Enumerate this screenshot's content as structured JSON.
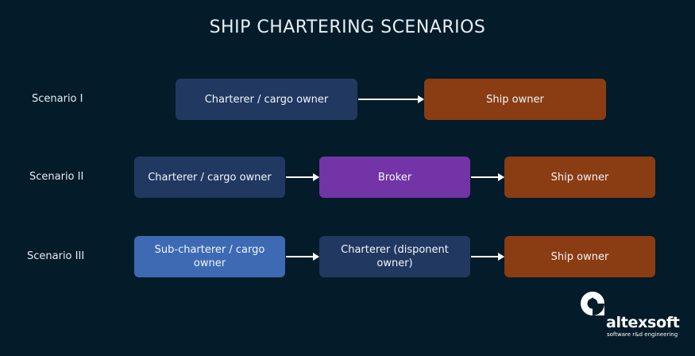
{
  "title": "SHIP CHARTERING SCENARIOS",
  "scenarios": [
    {
      "label": "Scenario I",
      "nodes": [
        "Charterer / cargo owner",
        "Ship owner"
      ]
    },
    {
      "label": "Scenario II",
      "nodes": [
        "Charterer / cargo owner",
        "Broker",
        "Ship owner"
      ]
    },
    {
      "label": "Scenario III",
      "nodes": [
        "Sub-charterer / cargo owner",
        "Charterer (disponent owner)",
        "Ship owner"
      ]
    }
  ],
  "logo": {
    "name": "altexsoft",
    "tagline": "software r&d engineering"
  },
  "colors": {
    "background": "#041b29",
    "dark_box": "#213860",
    "ship_owner": "#8a3c12",
    "broker": "#7234a6",
    "sub_charterer": "#3d6ab3"
  }
}
